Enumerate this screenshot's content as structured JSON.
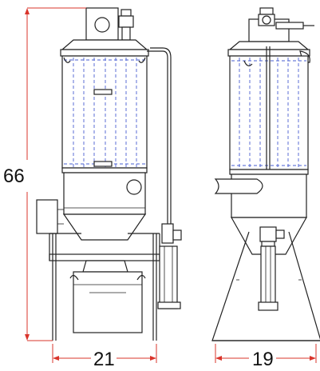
{
  "dimensions": {
    "height_label": "66",
    "front_width_label": "21",
    "side_width_label": "19"
  },
  "colors": {
    "outline": "#222222",
    "dimension_line": "#d9342b",
    "hidden_line": "#4a5fd1"
  }
}
